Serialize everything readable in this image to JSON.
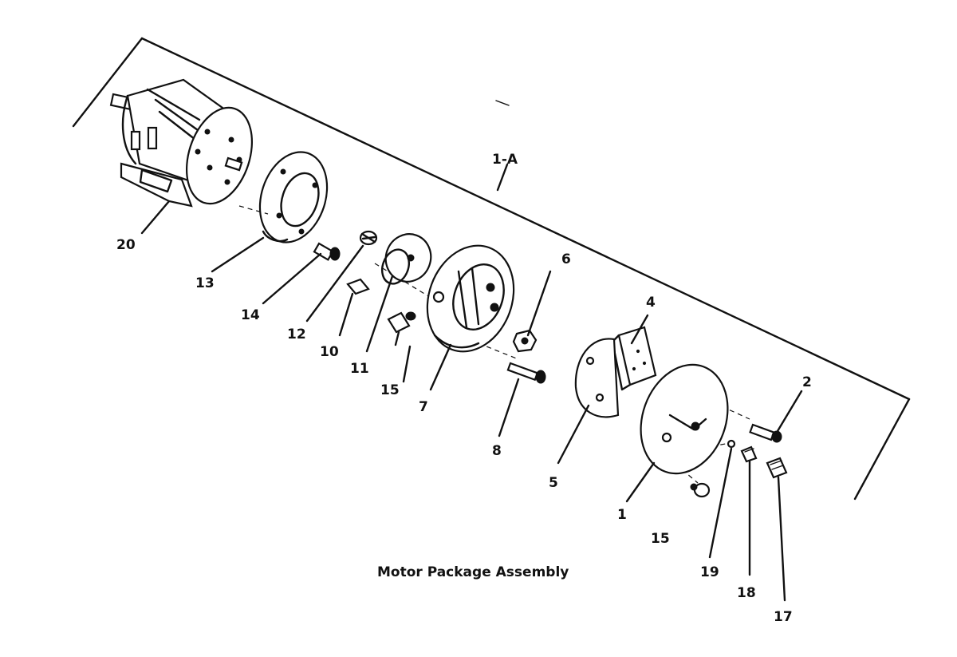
{
  "assembly_label": "1-A",
  "caption": "Motor Package Assembly",
  "parts": {
    "p20": "20",
    "p13": "13",
    "p14": "14",
    "p12": "12",
    "p10": "10",
    "p11": "11",
    "p15a": "15",
    "p7": "7",
    "p6": "6",
    "p8": "8",
    "p4": "4",
    "p5": "5",
    "p2": "2",
    "p1": "1",
    "p15b": "15",
    "p19": "19",
    "p18": "18",
    "p17": "17"
  }
}
